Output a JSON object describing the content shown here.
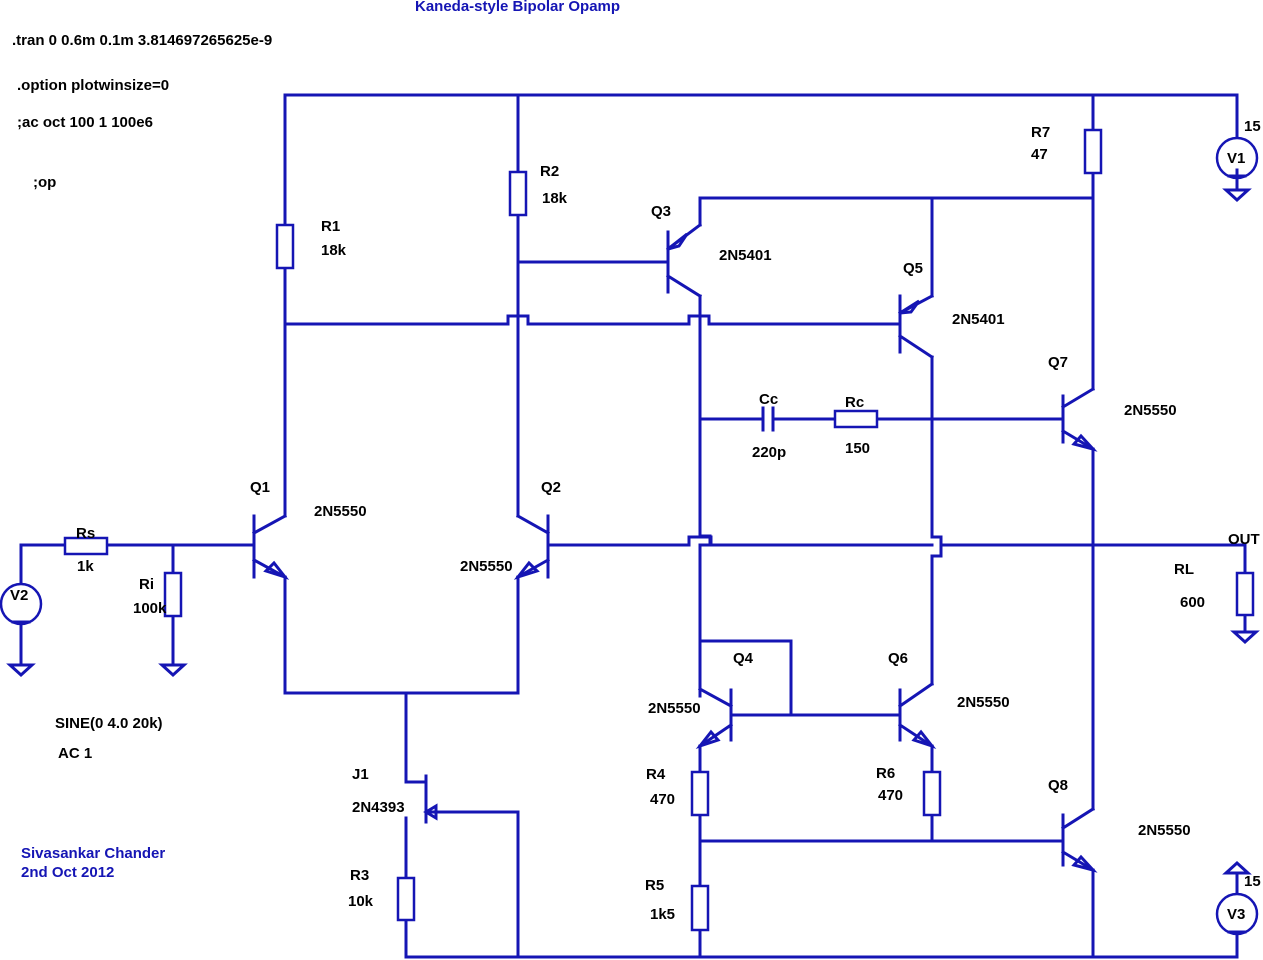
{
  "title": "Kaneda-style Bipolar Opamp",
  "directives": {
    "tran": ".tran 0 0.6m 0.1m 3.814697265625e-9",
    "option": ".option plotwinsize=0",
    "ac": ";ac oct 100 1 100e6",
    "op": ";op"
  },
  "author": {
    "name": "Sivasankar Chander",
    "date": "2nd Oct 2012"
  },
  "source": {
    "sine": "SINE(0 4.0 20k)",
    "ac": "AC 1"
  },
  "components": {
    "R1": {
      "name": "R1",
      "value": "18k"
    },
    "R2": {
      "name": "R2",
      "value": "18k"
    },
    "R3": {
      "name": "R3",
      "value": "10k"
    },
    "R4": {
      "name": "R4",
      "value": "470"
    },
    "R5": {
      "name": "R5",
      "value": "1k5"
    },
    "R6": {
      "name": "R6",
      "value": "470"
    },
    "R7": {
      "name": "R7",
      "value": "47"
    },
    "Rs": {
      "name": "Rs",
      "value": "1k"
    },
    "Ri": {
      "name": "Ri",
      "value": "100k"
    },
    "RL": {
      "name": "RL",
      "value": "600"
    },
    "Rc": {
      "name": "Rc",
      "value": "150"
    },
    "Cc": {
      "name": "Cc",
      "value": "220p"
    },
    "Q1": {
      "name": "Q1",
      "model": "2N5550"
    },
    "Q2": {
      "name": "Q2",
      "model": "2N5550"
    },
    "Q3": {
      "name": "Q3",
      "model": "2N5401"
    },
    "Q4": {
      "name": "Q4",
      "model": "2N5550"
    },
    "Q5": {
      "name": "Q5",
      "model": "2N5401"
    },
    "Q6": {
      "name": "Q6",
      "model": "2N5550"
    },
    "Q7": {
      "name": "Q7",
      "model": "2N5550"
    },
    "Q8": {
      "name": "Q8",
      "model": "2N5550"
    },
    "J1": {
      "name": "J1",
      "model": "2N4393"
    },
    "V1": {
      "name": "V1",
      "value": "15"
    },
    "V2": {
      "name": "V2"
    },
    "V3": {
      "name": "V3",
      "value": "15"
    }
  },
  "net_labels": {
    "out": "OUT"
  },
  "colors": {
    "wire": "#1515b4",
    "text": "#000000",
    "annotation": "#1515b4",
    "background": "#ffffff"
  }
}
